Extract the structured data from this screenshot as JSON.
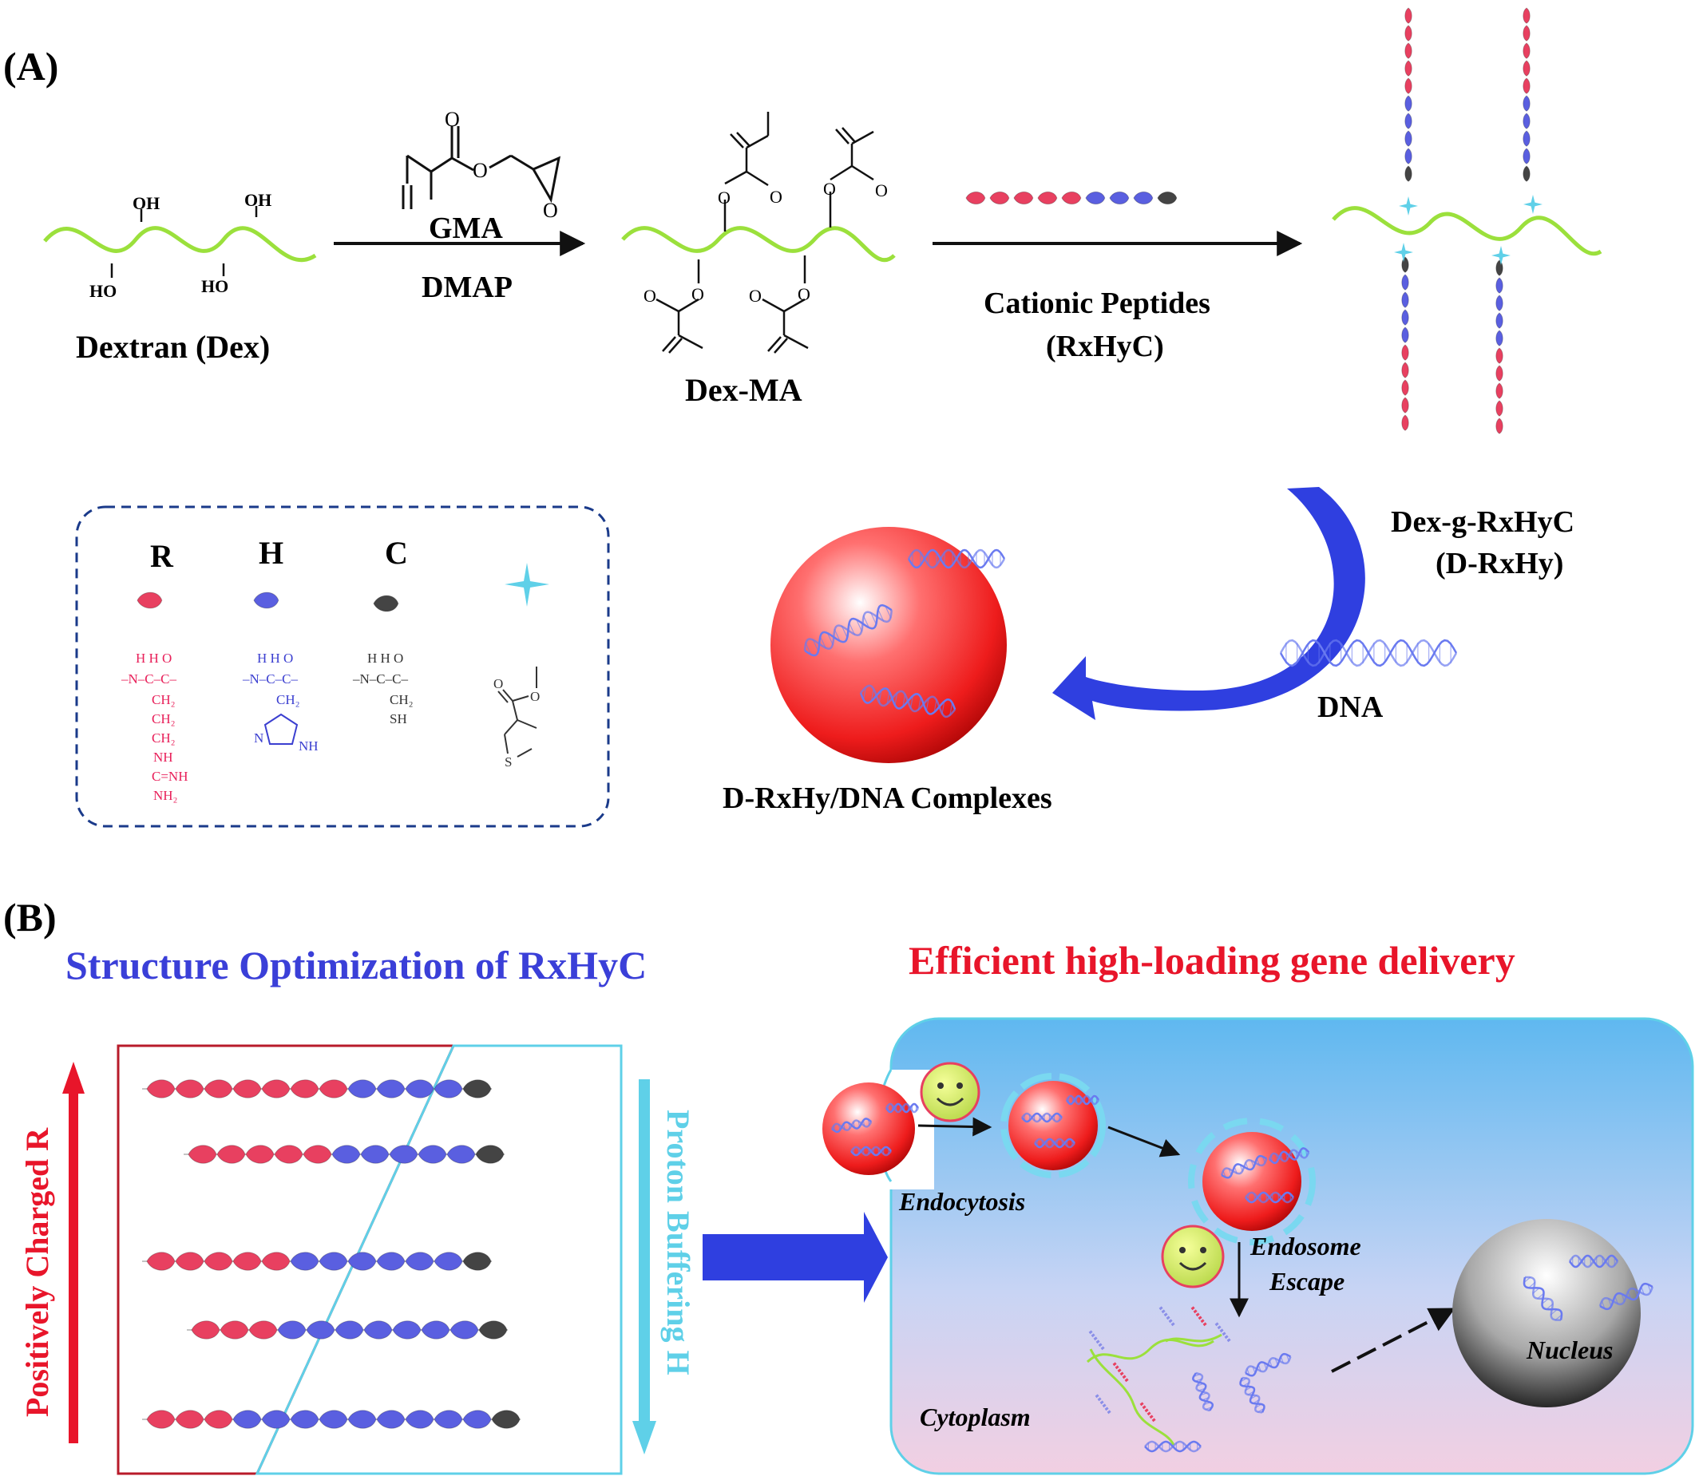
{
  "panel_a": {
    "label": "(A)",
    "dextran": {
      "label": "Dextran (Dex)",
      "oh_top_1": "OH",
      "oh_top_2": "OH",
      "ho_bottom_1": "HO",
      "ho_bottom_2": "HO"
    },
    "reagent": {
      "gma": "GMA",
      "dmap": "DMAP",
      "o1": "O",
      "o2": "O",
      "o3": "O"
    },
    "dexma": {
      "label": "Dex-MA",
      "o": "O"
    },
    "peptides": {
      "line1": "Cationic Peptides",
      "line2": "(RxHyC)"
    },
    "product": {
      "line1": "Dex-g-RxHyC",
      "line2": "(D-RxHy)"
    },
    "dna_label": "DNA",
    "complex_label": "D-RxHy/DNA Complexes",
    "legend": {
      "r": {
        "letter": "R",
        "line1": "H  H  O",
        "line2": "–N–C–C–",
        "line3": "CH₂",
        "line4": "CH₂",
        "line5": "CH₂",
        "line6": "NH",
        "line7": "C=NH",
        "line8": "NH₂"
      },
      "h": {
        "letter": "H",
        "line1": "H  H  O",
        "line2": "–N–C–C–",
        "line3": "CH₂",
        "nh": "NH",
        "n": "N"
      },
      "c": {
        "letter": "C",
        "line1": "H  H  O",
        "line2": "–N–C–C–",
        "line3": "CH₂",
        "line4": "SH"
      },
      "link": {
        "o1": "O",
        "o2": "O",
        "s": "S"
      }
    }
  },
  "panel_b": {
    "label": "(B)",
    "left_title": "Structure Optimization of RxHyC",
    "right_title": "Efficient high-loading  gene delivery",
    "left_axis": "Positively Charged R",
    "right_axis": "Proton Buffering H",
    "endocytosis": "Endocytosis",
    "endosome_1": "Endosome",
    "endosome_2": "Escape",
    "cytoplasm": "Cytoplasm",
    "nucleus": "Nucleus"
  },
  "colors": {
    "dextran_green": "#9be03c",
    "r_red": "#e84060",
    "h_blue": "#5a5fe0",
    "cyan": "#5fd0e8",
    "arrow_blue": "#2f3fe0",
    "title_blue": "#3a3fd8",
    "title_red": "#e8152a"
  }
}
